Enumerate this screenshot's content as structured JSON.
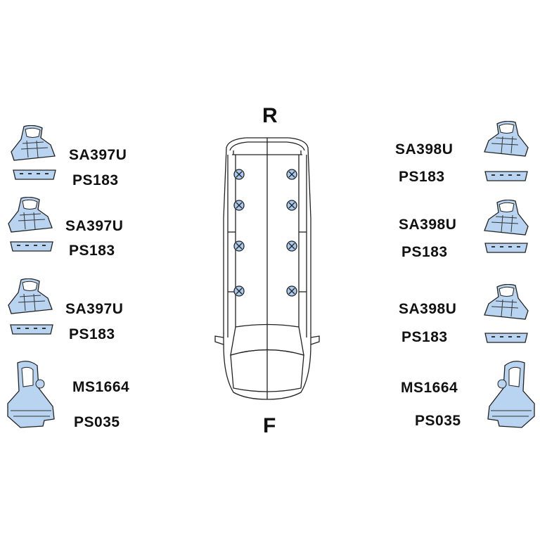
{
  "orientation": {
    "rear": "R",
    "front": "F"
  },
  "left_side": [
    {
      "foot": "SA397U",
      "pad": "PS183"
    },
    {
      "foot": "SA397U",
      "pad": "PS183"
    },
    {
      "foot": "SA397U",
      "pad": "PS183"
    },
    {
      "foot": "MS1664",
      "pad": "PS035"
    }
  ],
  "right_side": [
    {
      "foot": "SA398U",
      "pad": "PS183"
    },
    {
      "foot": "SA398U",
      "pad": "PS183"
    },
    {
      "foot": "SA398U",
      "pad": "PS183"
    },
    {
      "foot": "MS1664",
      "pad": "PS035"
    }
  ],
  "colors": {
    "part_fill": "#b8d4f0",
    "mount_point": "#a9cbef",
    "line": "#222222"
  }
}
